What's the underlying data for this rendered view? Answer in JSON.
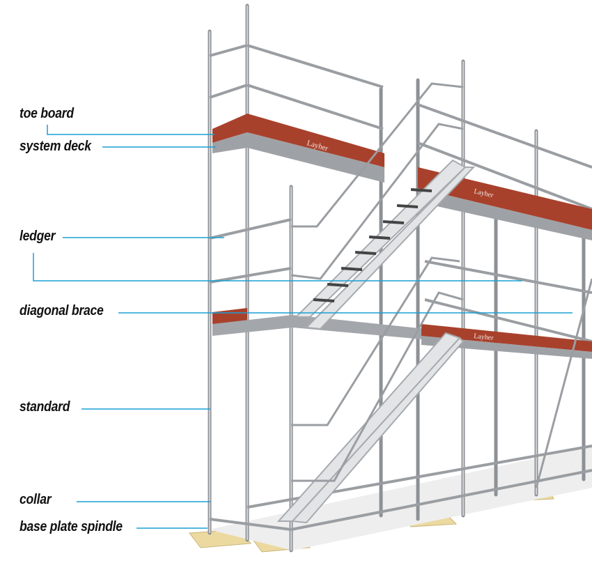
{
  "labels": {
    "toe_board": "toe board",
    "system_deck": "system deck",
    "ledger": "ledger",
    "diagonal_brace": "diagonal brace",
    "standard": "standard",
    "collar": "collar",
    "base_plate_spindle": "base plate spindle"
  },
  "brand": "Layher",
  "colors": {
    "leader_line": "#1a9fd6",
    "toe_board": "#a8412c",
    "tube": "#a9adb2",
    "base_plate": "#ecd9a0"
  }
}
